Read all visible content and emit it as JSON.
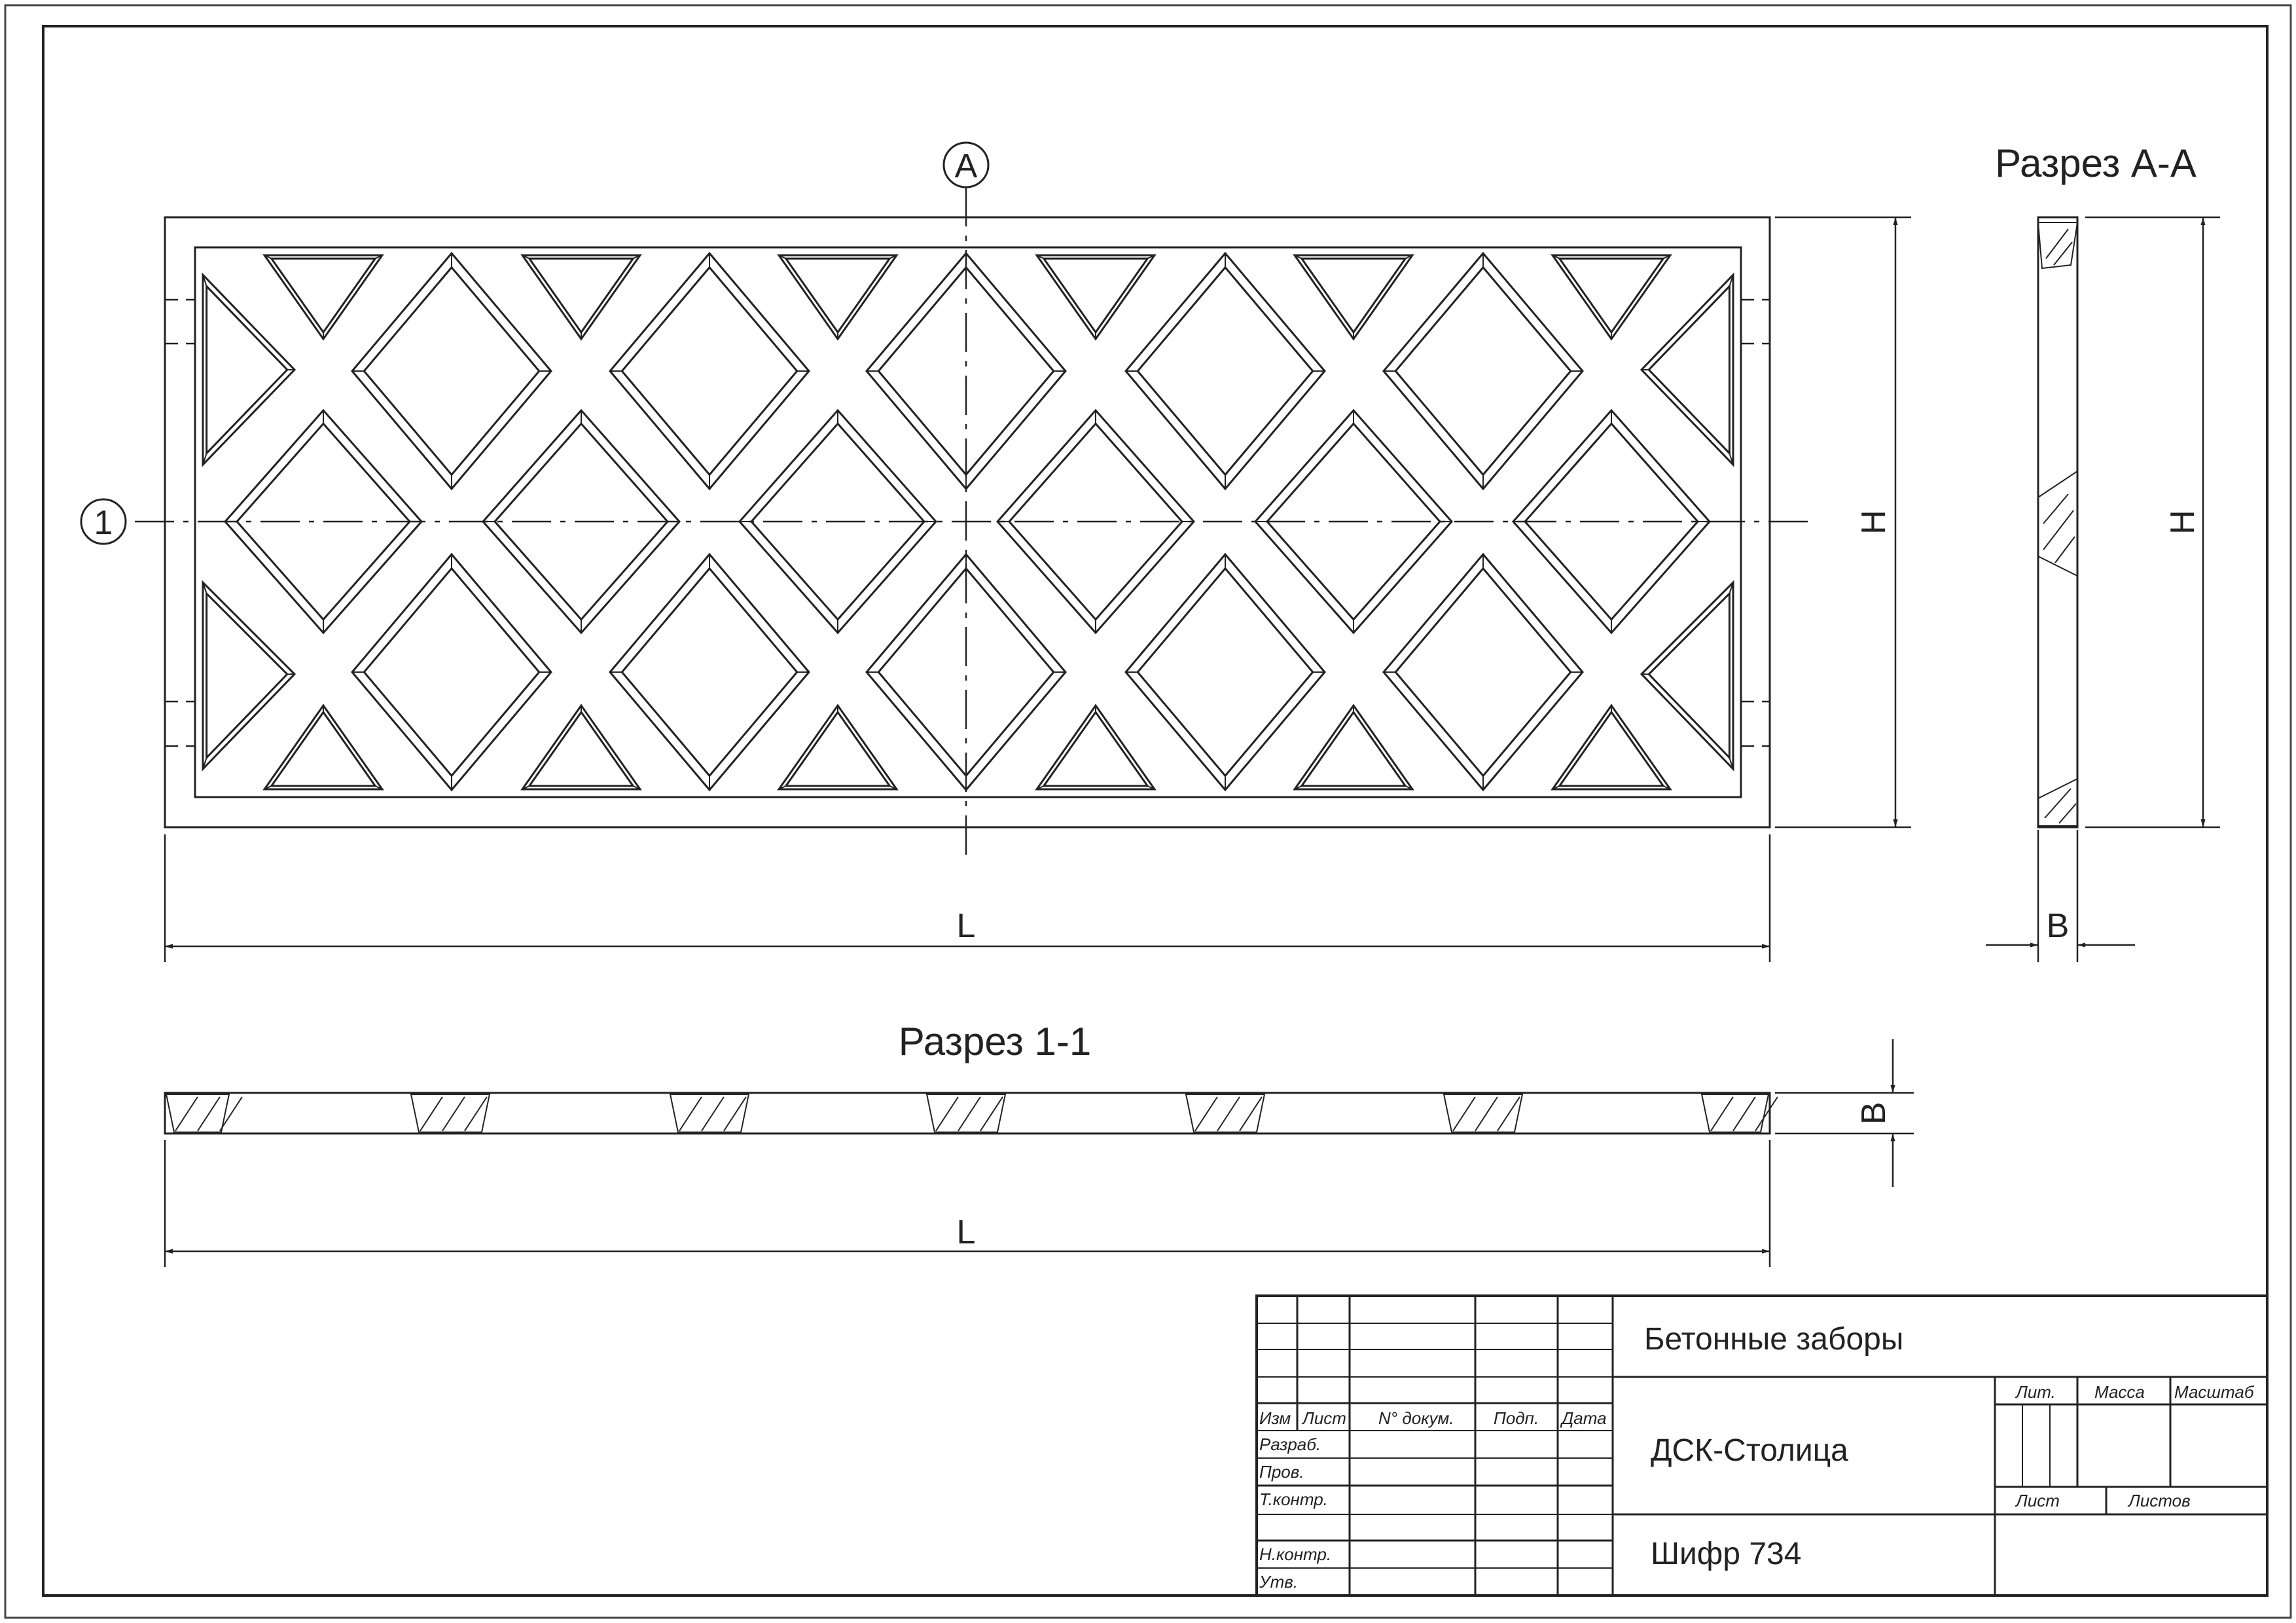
{
  "markers": {
    "section_a": "А",
    "section_1": "1"
  },
  "dimensions": {
    "length": "L",
    "height": "H",
    "thickness": "B"
  },
  "sections": {
    "aa_title": "Разрез А-А",
    "s11_title": "Разрез 1-1"
  },
  "title_block": {
    "headers": {
      "izm": "Изм",
      "list": "Лист",
      "doc": "N° докум.",
      "podp": "Подп.",
      "date": "Дата"
    },
    "roles": {
      "razrab": "Разраб.",
      "prov": "Пров.",
      "tkontr": "Т.контр.",
      "nkontr": "Н.контр.",
      "utv": "Утв."
    },
    "project": "Бетонные заборы",
    "company": "ДСК-Столица",
    "code": "Шифр 734",
    "lit": "Лит.",
    "massa": "Масса",
    "masshtab": "Масштаб",
    "sheet": "Лист",
    "sheets": "Листов"
  }
}
